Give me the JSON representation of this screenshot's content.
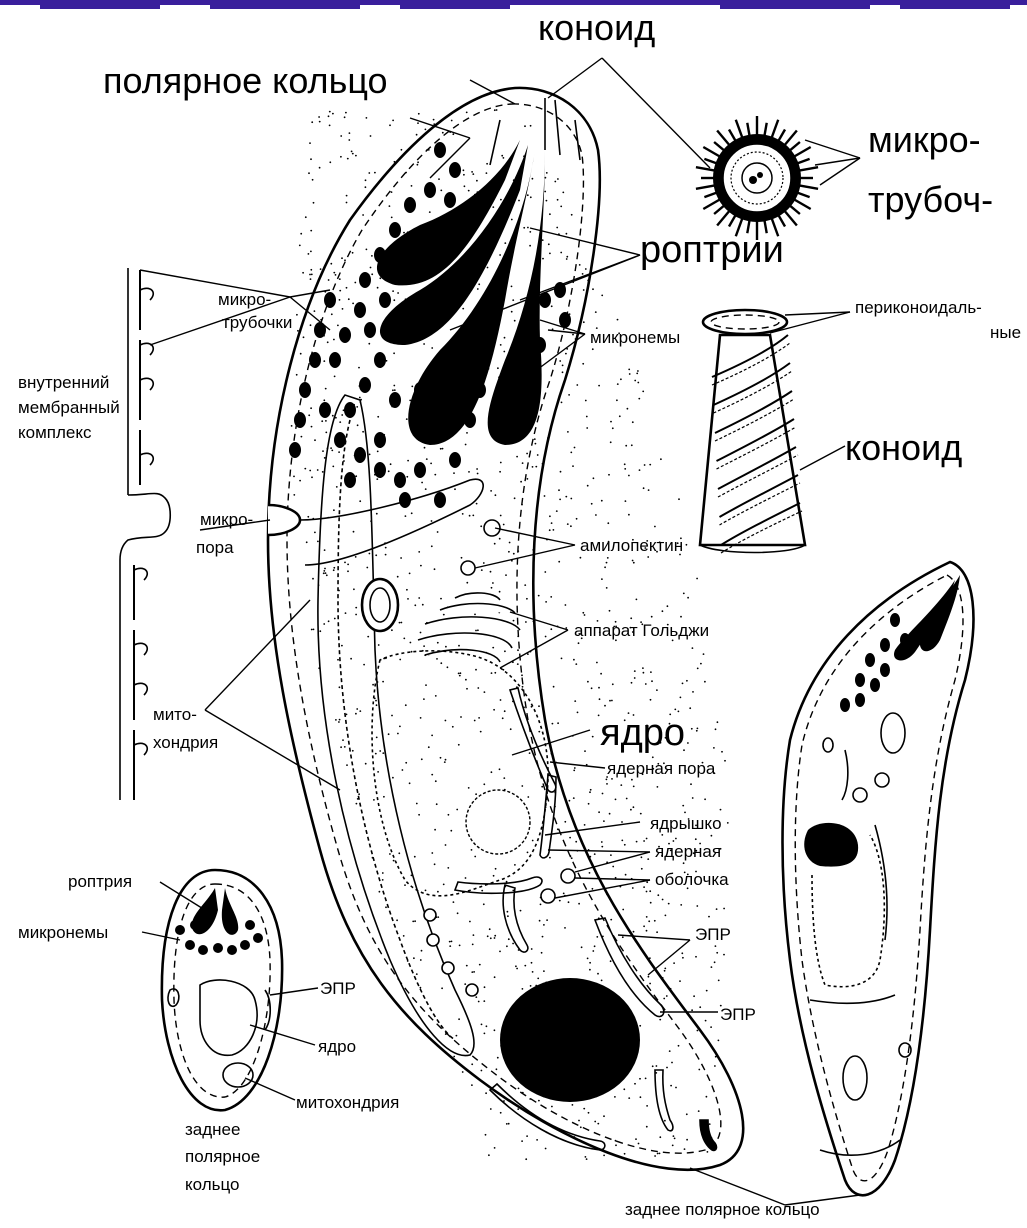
{
  "colors": {
    "title_bar": "#3a1f9c",
    "ink": "#000000",
    "paper": "#ffffff"
  },
  "labels": {
    "conoid_top": "коноид",
    "polar_ring": "полярное кольцо",
    "microtubules_top_1": "микро-",
    "microtubules_top_2": "трубоч-",
    "rhoptries": "роптрии",
    "microtubules_1": "микро-",
    "microtubules_2": "трубочки",
    "micronemes": "микронемы",
    "periconoidal_1": "периконоидаль-",
    "periconoidal_2": "ные",
    "imc_1": "внутренний",
    "imc_2": "мембранный",
    "imc_3": "комплекс",
    "conoid_mid": "коноид",
    "micropore_1": "микро-",
    "micropore_2": "пора",
    "amylopectin": "амилопектин",
    "golgi": "аппарат Гольджи",
    "mito_1": "мито-",
    "mito_2": "хондрия",
    "nucleus": "ядро",
    "nuclear_pore": "ядерная пора",
    "nucleolus": "ядрышко",
    "envelope_1": "ядерная",
    "envelope_2": "оболочка",
    "rhoptry_small": "роптрия",
    "micronemes_small": "микронемы",
    "er_small": "ЭПР",
    "er_1": "ЭПР",
    "er_2": "ЭПР",
    "nucleus_small": "ядро",
    "mitochondrion_small": "митохондрия",
    "posterior_small_1": "заднее",
    "posterior_small_2": "полярное",
    "posterior_small_3": "кольцо",
    "posterior_main": "заднее полярное кольцо"
  }
}
